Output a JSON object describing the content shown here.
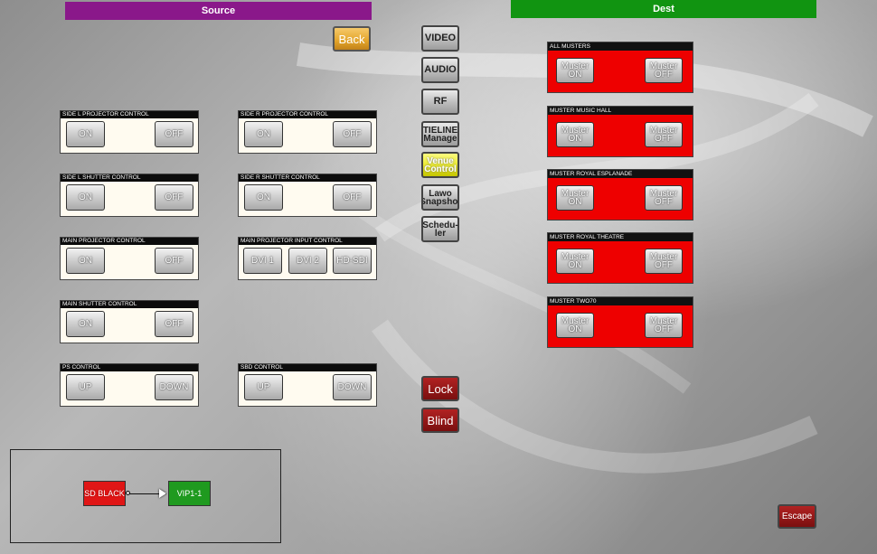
{
  "headers": {
    "source": "Source",
    "dest": "Dest"
  },
  "back_label": "Back",
  "nav": [
    {
      "label": "VIDEO"
    },
    {
      "label": "AUDIO"
    },
    {
      "label": "RF"
    },
    {
      "label": "TIELINE Manage"
    },
    {
      "label": "Venue Control",
      "active": true
    },
    {
      "label": "Lawo Snapshot"
    },
    {
      "label": "Schedu- ler"
    }
  ],
  "source_panels": [
    {
      "title": "SIDE L PROJECTOR CONTROL",
      "buttons": [
        "ON",
        "OFF"
      ]
    },
    {
      "title": "SIDE R PROJECTOR CONTROL",
      "buttons": [
        "ON",
        "OFF"
      ]
    },
    {
      "title": "SIDE L SHUTTER CONTROL",
      "buttons": [
        "ON",
        "OFF"
      ]
    },
    {
      "title": "SIDE R SHUTTER CONTROL",
      "buttons": [
        "ON",
        "OFF"
      ]
    },
    {
      "title": "MAIN PROJECTOR CONTROL",
      "buttons": [
        "ON",
        "OFF"
      ]
    },
    {
      "title": "MAIN PROJECTOR INPUT CONTROL",
      "buttons": [
        "DVI 1",
        "DVI 2",
        "HD-SDI"
      ]
    },
    {
      "title": "MAIN SHUTTER CONTROL",
      "buttons": [
        "ON",
        "OFF"
      ]
    },
    {
      "title": "PS CONTROL",
      "buttons": [
        "UP",
        "DOWN"
      ]
    },
    {
      "title": "SBD CONTROL",
      "buttons": [
        "UP",
        "DOWN"
      ]
    }
  ],
  "dest_panels": [
    {
      "title": "ALL MUSTERS",
      "on_label": "Muster ON",
      "off_label": "Muster OFF"
    },
    {
      "title": "MUSTER MUSIC HALL",
      "on_label": "Muster ON",
      "off_label": "Muster OFF"
    },
    {
      "title": "MUSTER ROYAL ESPLANADE",
      "on_label": "Muster ON",
      "off_label": "Muster OFF"
    },
    {
      "title": "MUSTER ROYAL THEATRE",
      "on_label": "Muster ON",
      "off_label": "Muster OFF"
    },
    {
      "title": "MUSTER TWO70",
      "on_label": "Muster ON",
      "off_label": "Muster OFF"
    }
  ],
  "lock_label": "Lock",
  "blind_label": "Blind",
  "flow": {
    "source": "SD BLACK",
    "dest": "VIP1-1"
  },
  "escape_label": "Escape",
  "colors": {
    "source_header": "#8a188a",
    "dest_header": "#119411",
    "dest_panel": "#ee0000",
    "active_nav": "#e6e622"
  }
}
